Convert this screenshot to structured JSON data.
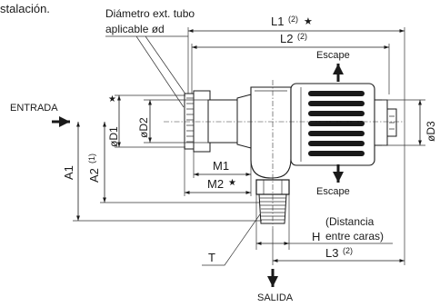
{
  "header_fragment": "stalación.",
  "callout_tube": {
    "line1": "Diámetro ext. tubo",
    "line2": "aplicable ød"
  },
  "ports": {
    "inlet": "ENTRADA",
    "outlet": "SALIDA"
  },
  "exhaust": {
    "top": "Escape",
    "bottom": "Escape"
  },
  "dimensions": {
    "L1": "L1",
    "L1_note": "(2)",
    "L2": "L2",
    "L2_note": "(2)",
    "L3": "L3",
    "L3_note": "(2)",
    "M1": "M1",
    "M2": "M2",
    "D1": "øD1",
    "D2": "øD2",
    "D3": "øD3",
    "A1": "A1",
    "A2": "A2",
    "A2_note": "(1)",
    "H": "H",
    "H_note_line1": "(Distancia",
    "H_note_line2": "entre caras)",
    "T": "T"
  },
  "star_symbol": "★"
}
